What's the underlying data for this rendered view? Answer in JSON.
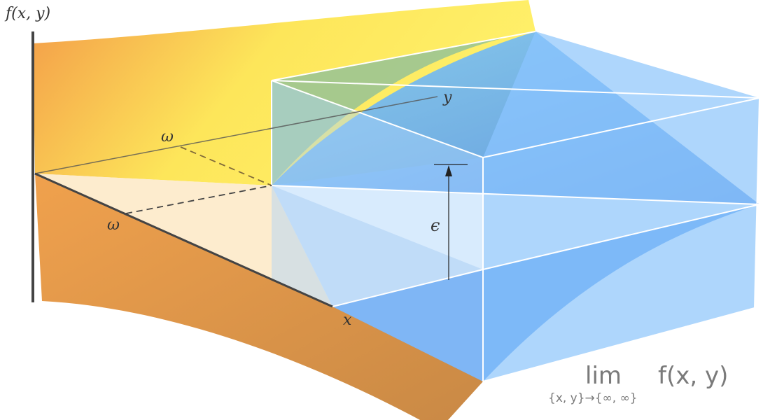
{
  "axes": {
    "vertical_label": "f(x, y)",
    "x_label": "x",
    "y_label": "y",
    "omega_x": "ω",
    "omega_y": "ω",
    "epsilon": "ϵ"
  },
  "limit": {
    "operator": "lim",
    "subscript": "{x, y}→{∞, ∞}",
    "expression": "f(x, y)"
  },
  "colors": {
    "surface_orange": "#f2a04a",
    "surface_yellow": "#fde95c",
    "box_blue": "#8cc4fb",
    "surface_blue": "#5d9ff0"
  }
}
